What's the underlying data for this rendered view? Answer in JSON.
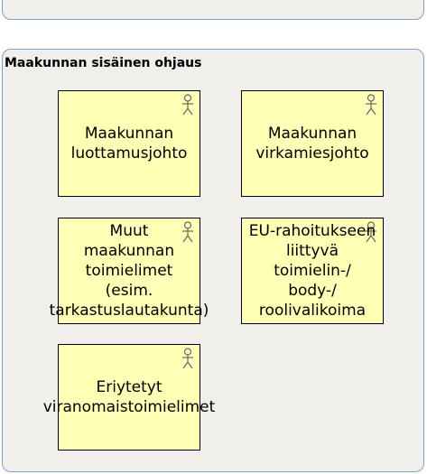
{
  "group": {
    "title": "Maakunnan sisäinen ohjaus"
  },
  "actors": [
    {
      "label": "Maakunnan\nluottamusjohto",
      "icon": "actor-icon"
    },
    {
      "label": "Maakunnan\nvirkamiesjohto",
      "icon": "actor-icon"
    },
    {
      "label": "Muut\nmaakunnan\ntoimielimet\n(esim.\ntarkastuslautakunta)",
      "icon": "actor-icon"
    },
    {
      "label": "EU-rahoitukseen\nliittyvä\ntoimielin-/\nbody-/\nroolivalikoima",
      "icon": "actor-icon"
    },
    {
      "label": "Eriytetyt\nviranomaistoimielimet",
      "icon": "actor-icon"
    }
  ],
  "colors": {
    "actor_fill": "#ffffb5",
    "group_fill": "#f1efeb",
    "group_border": "#7ea1c9"
  }
}
